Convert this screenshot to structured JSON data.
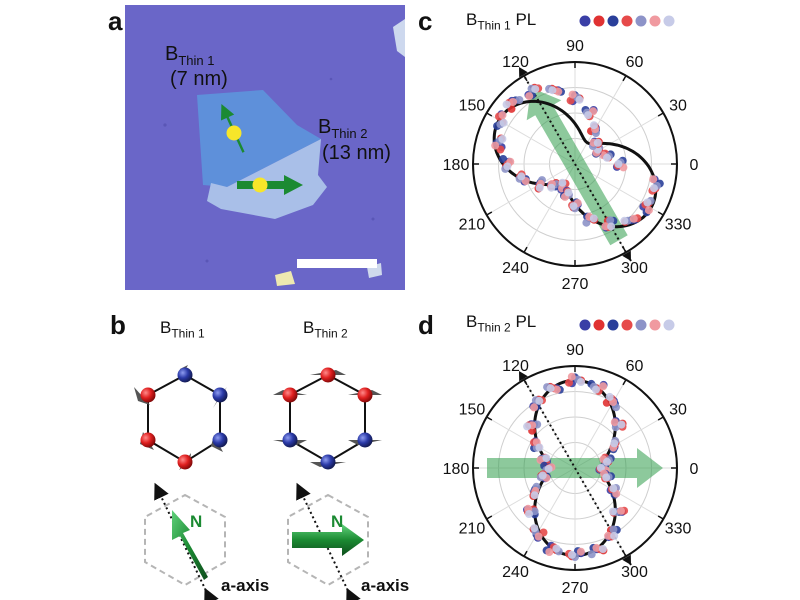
{
  "panels": {
    "a": {
      "label": "a",
      "flake1_name_main": "B",
      "flake1_name_sub": "Thin 1",
      "flake1_thickness": "(7 nm)",
      "flake2_name_main": "B",
      "flake2_name_sub": "Thin 2",
      "flake2_thickness": "(13 nm)",
      "colors": {
        "substrate": "#6a66c8",
        "thin1": "#5e90da",
        "thin2": "#a9bfe8",
        "arrow": "#1b8a32",
        "dot": "#f7e62a"
      }
    },
    "b": {
      "label": "b",
      "left_title_main": "B",
      "left_title_sub": "Thin 1",
      "right_title_main": "B",
      "right_title_sub": "Thin 2",
      "n_label": "N",
      "axis_label": "a-axis",
      "colors": {
        "red_atom": "#e02020",
        "blue_atom": "#2b3aa8",
        "n_arrow": "#1b8a32",
        "hex_outline": "#b5b5b5"
      }
    },
    "c": {
      "label": "c",
      "title_main": "B",
      "title_sub": "Thin 1",
      "title_suffix": "PL",
      "angle_labels": [
        "0",
        "30",
        "60",
        "90",
        "120",
        "150",
        "180",
        "210",
        "240",
        "270",
        "300",
        "330"
      ]
    },
    "d": {
      "label": "d",
      "title_main": "B",
      "title_sub": "Thin 2",
      "title_suffix": "PL",
      "angle_labels": [
        "0",
        "30",
        "60",
        "90",
        "120",
        "150",
        "180",
        "210",
        "240",
        "270",
        "300",
        "330"
      ]
    }
  },
  "legend_dot_colors": [
    "#3a3fa6",
    "#e03232",
    "#2a3f9a",
    "#e64a4a",
    "#8d93c8",
    "#f09aa0",
    "#c7cbe8"
  ],
  "chart_data": [
    {
      "type": "polar-scatter",
      "panel": "c",
      "theta_ticks_deg": [
        0,
        30,
        60,
        90,
        120,
        150,
        180,
        210,
        240,
        270,
        300,
        330
      ],
      "fit_model": "two-lobe (cos^2)",
      "lobe_axis_deg": 150,
      "fit_min": 0.28,
      "n_axis_deg": 120,
      "a_axis_deg": 120,
      "series": [
        {
          "angles_deg": [
            0,
            15,
            30,
            45,
            60,
            75,
            90,
            105,
            120,
            135,
            150,
            165,
            180,
            195,
            210,
            225,
            240,
            255,
            270,
            285,
            300,
            315,
            330,
            345
          ],
          "values": [
            0.52,
            0.38,
            0.3,
            0.33,
            0.45,
            0.61,
            0.75,
            0.88,
            0.95,
            1.0,
            0.98,
            0.9,
            0.78,
            0.62,
            0.46,
            0.34,
            0.29,
            0.35,
            0.48,
            0.64,
            0.79,
            0.9,
            0.96,
            0.95
          ]
        }
      ]
    },
    {
      "type": "polar-scatter",
      "panel": "d",
      "theta_ticks_deg": [
        0,
        30,
        60,
        90,
        120,
        150,
        180,
        210,
        240,
        270,
        300,
        330
      ],
      "fit_model": "two-lobe (cos^2)",
      "lobe_axis_deg": 90,
      "fit_min": 0.3,
      "n_axis_deg": 0,
      "a_axis_deg": 120,
      "series": [
        {
          "angles_deg": [
            0,
            15,
            30,
            45,
            60,
            75,
            90,
            105,
            120,
            135,
            150,
            165,
            180,
            195,
            210,
            225,
            240,
            255,
            270,
            285,
            300,
            315,
            330,
            345
          ],
          "values": [
            0.32,
            0.38,
            0.52,
            0.7,
            0.86,
            0.96,
            1.0,
            0.95,
            0.85,
            0.69,
            0.51,
            0.37,
            0.31,
            0.37,
            0.53,
            0.7,
            0.86,
            0.96,
            0.99,
            0.96,
            0.86,
            0.7,
            0.52,
            0.38
          ]
        }
      ]
    }
  ]
}
